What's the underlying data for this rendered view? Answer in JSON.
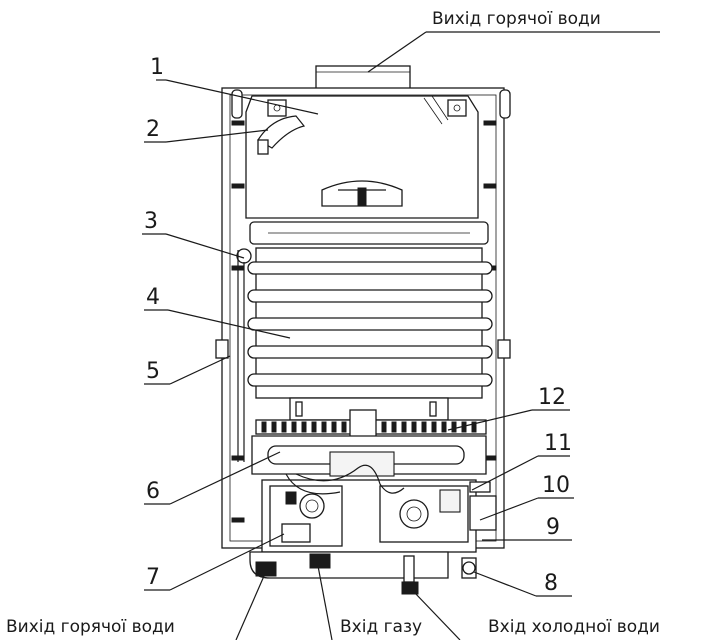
{
  "captions": {
    "top_hot_water_out": "Вихід горячої води",
    "bottom_hot_water_out": "Вихід горячої води",
    "gas_in": "Вхід газу",
    "cold_water_in": "Вхід холодної води"
  },
  "callouts": [
    "1",
    "2",
    "3",
    "4",
    "5",
    "6",
    "7",
    "8",
    "9",
    "10",
    "11",
    "12"
  ]
}
